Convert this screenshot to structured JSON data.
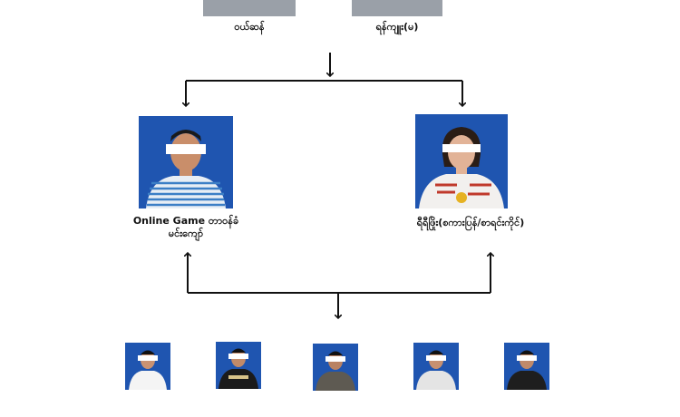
{
  "top_row": {
    "left_label": "ဝယ်ဆန်",
    "right_label": "ရန်ကျူး(မ)"
  },
  "middle_row": {
    "left_label_line1": "Online Game တာဝန်ခံ",
    "left_label_line2": "မင်းကျော်",
    "right_label": "ရီရီဖြိုး(စကားပြန်/စာရင်းကိုင်)"
  },
  "bottom_row": {
    "photo_count": 5
  },
  "colors": {
    "photo_background": "#1f55b0",
    "line": "#111111",
    "top_photo_placeholder": "#9aa0a8"
  }
}
